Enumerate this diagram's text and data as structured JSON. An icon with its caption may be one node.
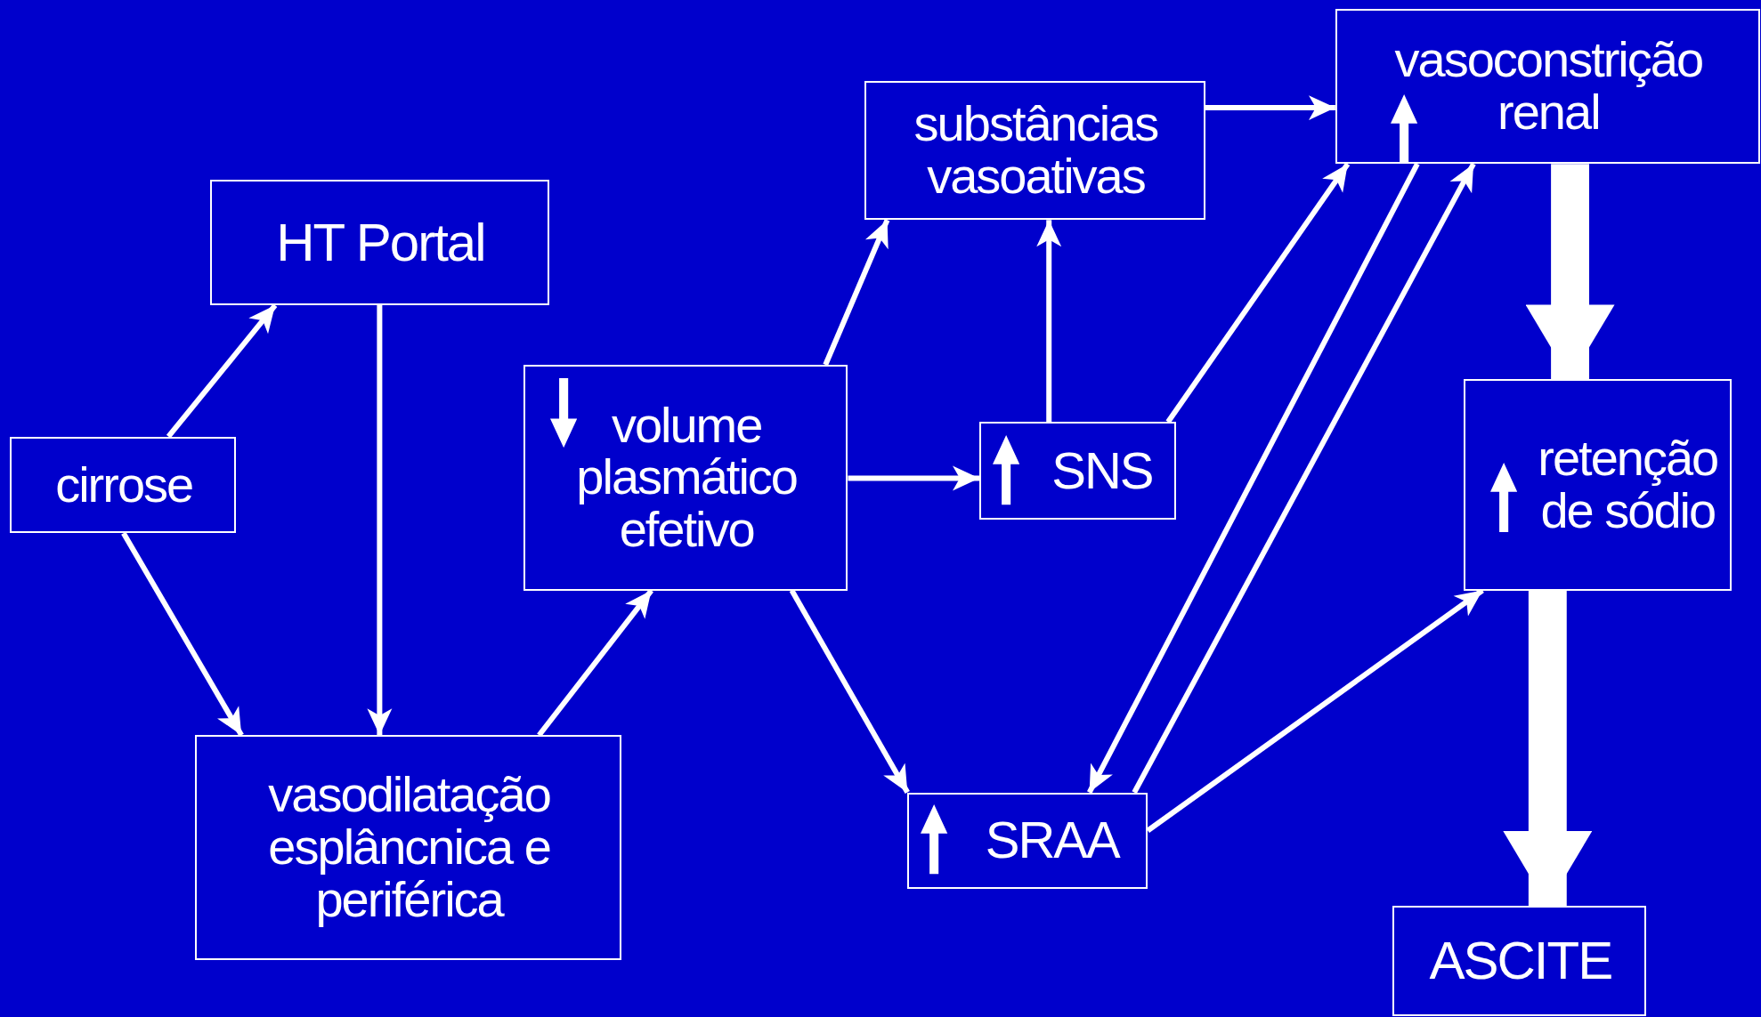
{
  "diagram": {
    "nodes": [
      {
        "text": [
          "cirrose"
        ]
      },
      {
        "text": [
          "HT Portal"
        ]
      },
      {
        "text": [
          "vasodilatação esplâncnica e periférica"
        ]
      },
      {
        "text": [
          "volume plasmático efetivo"
        ]
      },
      {
        "text": [
          "substâncias vasoativas"
        ]
      },
      {
        "text": [
          "SNS"
        ]
      },
      {
        "text": [
          "SRAA"
        ]
      },
      {
        "text": [
          "vasoconstrição renal"
        ]
      },
      {
        "text": [
          "retenção de sódio"
        ]
      },
      {
        "text": [
          "ASCITE"
        ]
      }
    ],
    "edges": [
      {
        "from": 0,
        "to": 1,
        "arrow": "to"
      },
      {
        "from": 0,
        "to": 2,
        "arrow": "to"
      },
      {
        "from": 1,
        "to": 2,
        "arrow": "to"
      },
      {
        "from": 2,
        "to": 3,
        "arrow": "to"
      },
      {
        "from": 3,
        "to": 4,
        "arrow": "to"
      },
      {
        "from": 3,
        "to": 5,
        "arrow": "to"
      },
      {
        "from": 3,
        "to": 6,
        "arrow": "to"
      },
      {
        "from": 5,
        "to": 4,
        "arrow": "to"
      },
      {
        "from": 4,
        "to": 7,
        "arrow": "to"
      },
      {
        "from": 5,
        "to": 7,
        "arrow": "to"
      },
      {
        "from": 7,
        "to": 6,
        "arrow": "to"
      },
      {
        "from": 6,
        "to": 7,
        "arrow": "to"
      },
      {
        "from": 6,
        "to": 8,
        "arrow": "to"
      },
      {
        "from": 7,
        "to": 8,
        "arrow": "to",
        "style": "thick"
      },
      {
        "from": 8,
        "to": 9,
        "arrow": "to",
        "style": "thick"
      }
    ]
  }
}
